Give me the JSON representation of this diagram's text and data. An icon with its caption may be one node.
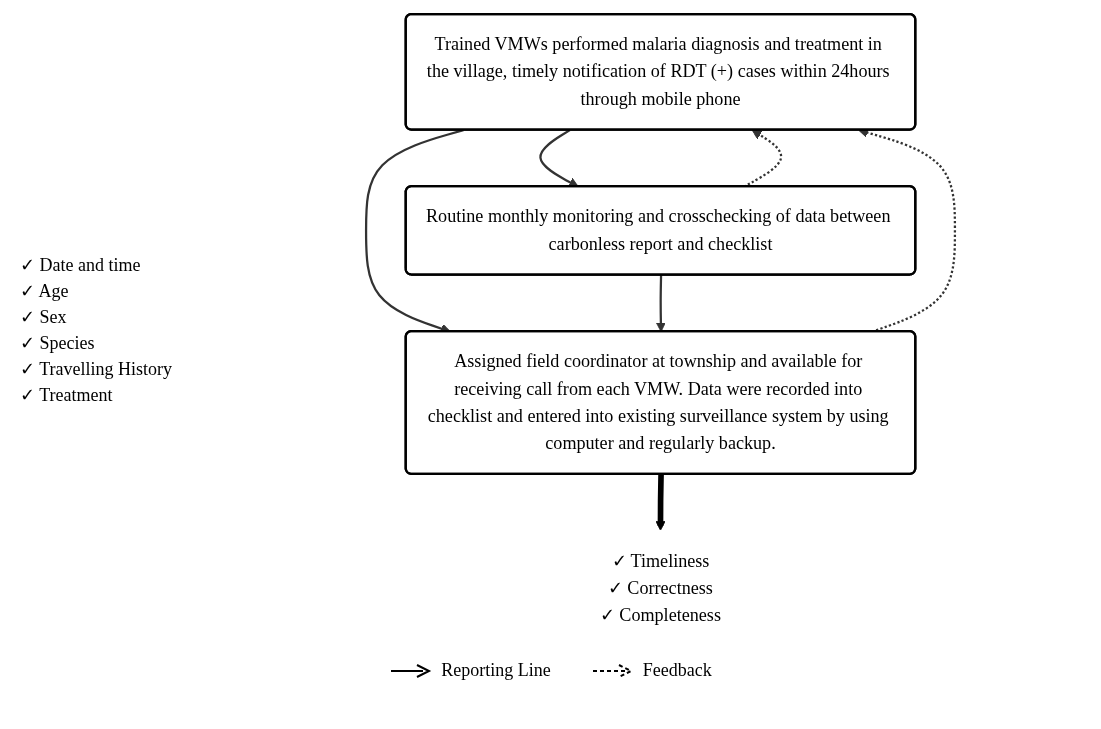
{
  "diagram": {
    "nodes": [
      {
        "text": [
          "Trained VMWs performed malaria diagnosis and treatment in the village, timely notification of RDT (+) cases within 24hours through mobile phone"
        ]
      },
      {
        "text": [
          "Routine monthly monitoring and crosschecking of data between carbonless report and checklist"
        ]
      },
      {
        "text": [
          "Assigned field coordinator at township and available for receiving call from each VMW. Data were recorded into checklist and entered into existing surveillance system by using computer and regularly backup."
        ]
      },
      {
        "text": [
          "✓ Timeliness",
          "✓ Correctness",
          "✓ Completeness"
        ]
      }
    ],
    "edges": [
      {
        "from": 0,
        "to": 2,
        "arrow": "to"
      },
      {
        "from": 2,
        "to": 0,
        "arrow": "to",
        "style": "dashed"
      },
      {
        "from": 0,
        "to": 1,
        "arrow": "to"
      },
      {
        "from": 1,
        "to": 0,
        "arrow": "to",
        "style": "dashed"
      },
      {
        "from": 1,
        "to": 2,
        "arrow": "to"
      },
      {
        "from": 2,
        "to": 3,
        "arrow": "to",
        "style": "thick",
        "color": "#000000"
      }
    ],
    "labels": [
      "✓ Date and time",
      "✓ Age",
      "✓ Sex",
      "✓ Species",
      "✓ Travelling History",
      "✓ Treatment"
    ],
    "legend": [
      {
        "text": "Reporting Line"
      },
      {
        "text": "Feedback"
      }
    ]
  }
}
